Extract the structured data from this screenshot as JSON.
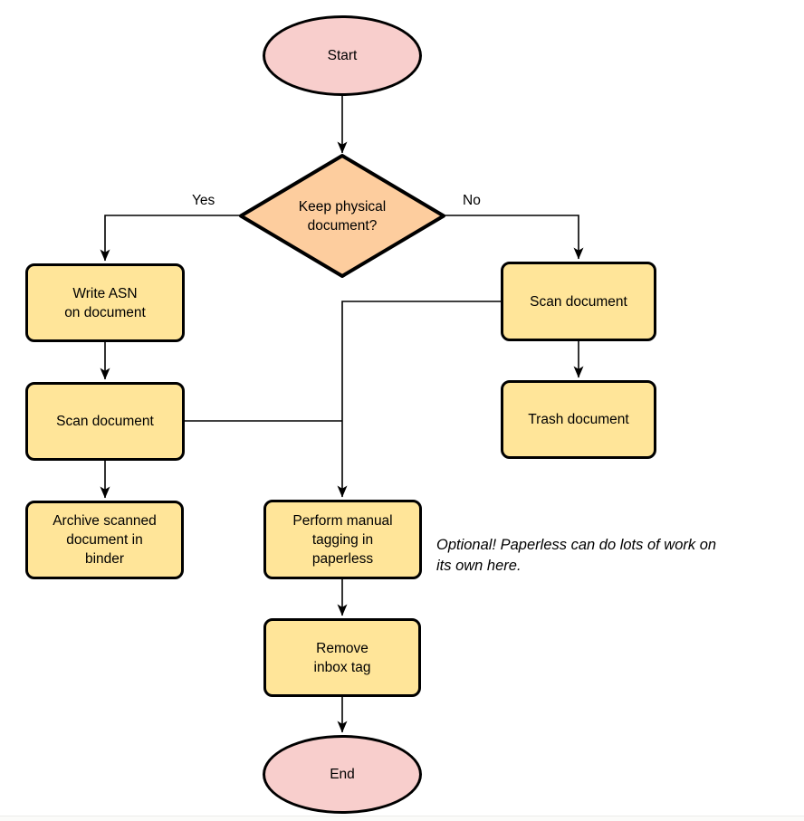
{
  "flowchart": {
    "title_semantic": "Paperless document intake flowchart",
    "colors": {
      "background": "#FFFFFF",
      "terminal_fill": "#F8CECC",
      "decision_fill": "#FDCD9E",
      "process_fill": "#FFE599",
      "stroke": "#000000"
    },
    "nodes": {
      "start": {
        "type": "terminal",
        "lines": [
          "Start"
        ]
      },
      "decision": {
        "type": "decision",
        "lines": [
          "Keep physical",
          "document?"
        ]
      },
      "write_asn": {
        "type": "process",
        "lines": [
          "Write ASN",
          "on document"
        ]
      },
      "scan_left": {
        "type": "process",
        "lines": [
          "Scan document"
        ]
      },
      "archive": {
        "type": "process",
        "lines": [
          "Archive scanned",
          "document in",
          "binder"
        ]
      },
      "scan_right": {
        "type": "process",
        "lines": [
          "Scan document"
        ]
      },
      "trash": {
        "type": "process",
        "lines": [
          "Trash document"
        ]
      },
      "perform_tagging": {
        "type": "process",
        "lines": [
          "Perform manual",
          "tagging in",
          "paperless"
        ]
      },
      "remove_inbox": {
        "type": "process",
        "lines": [
          "Remove",
          "inbox tag"
        ]
      },
      "end": {
        "type": "terminal",
        "lines": [
          "End"
        ]
      }
    },
    "edge_labels": {
      "yes": "Yes",
      "no": "No"
    },
    "annotation": {
      "lines": [
        "Optional! Paperless can do lots of work on",
        "its own here."
      ]
    }
  }
}
